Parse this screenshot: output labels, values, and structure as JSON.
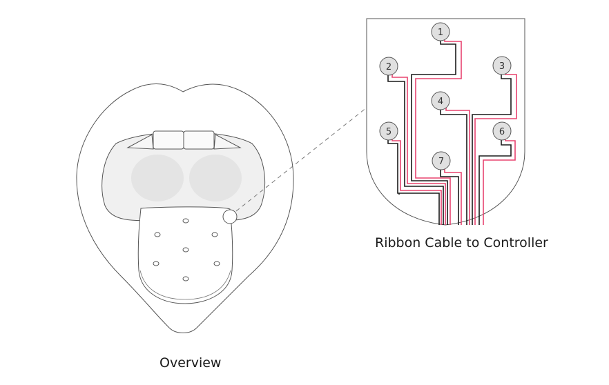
{
  "captions": {
    "overview": "Overview",
    "ribbon": "Ribbon Cable to Controller"
  },
  "electrodes": [
    {
      "label": "1"
    },
    {
      "label": "2"
    },
    {
      "label": "3"
    },
    {
      "label": "4"
    },
    {
      "label": "5"
    },
    {
      "label": "6"
    },
    {
      "label": "7"
    }
  ],
  "colors": {
    "outline": "#555555",
    "wire_black": "#1a1a1a",
    "wire_red": "#e8436f",
    "fill_light": "#eeeeee",
    "electrode_fill": "#e0e0e0"
  }
}
